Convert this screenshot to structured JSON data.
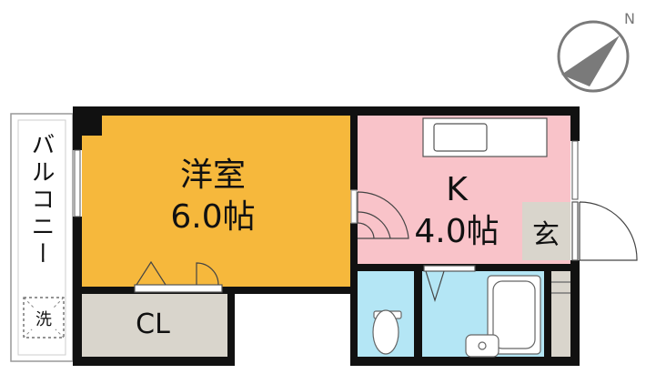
{
  "compass": {
    "label": "N",
    "icon": "north-arrow-icon"
  },
  "rooms": {
    "western_room": {
      "name": "洋室",
      "size": "6.0帖",
      "color": "#f6b83c"
    },
    "kitchen": {
      "name": "K",
      "size": "4.0帖",
      "color": "#f9c3c9"
    },
    "closet": {
      "name": "CL",
      "color": "#d9d5cc"
    },
    "entrance": {
      "name": "玄",
      "color": "#d9d5cc"
    },
    "washroom": {
      "color": "#b4e6f5"
    },
    "bathroom": {
      "color": "#b4e6f5"
    }
  },
  "balcony": {
    "label": "バルコニー"
  },
  "washer": {
    "label": "洗"
  },
  "colors": {
    "wall": "#111111",
    "fixture": "#888888"
  }
}
